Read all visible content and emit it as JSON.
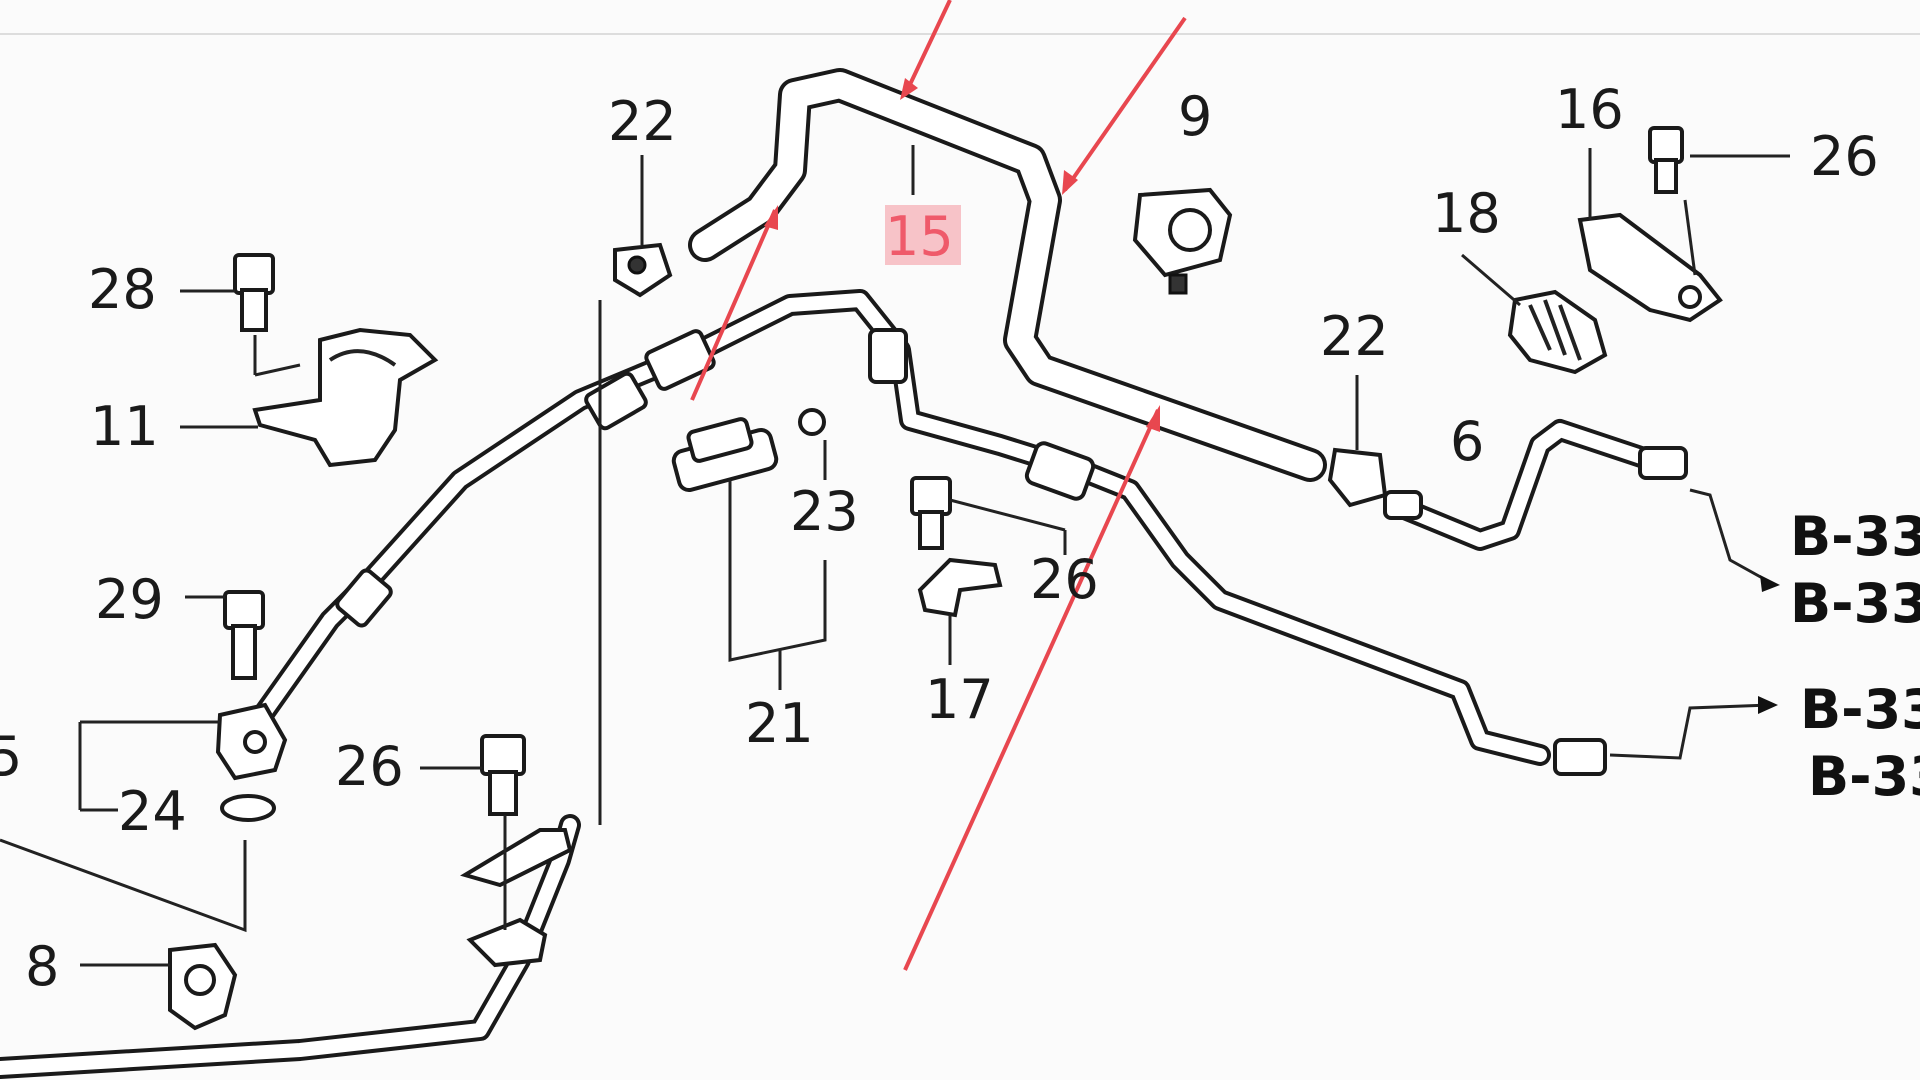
{
  "labels": {
    "n15": "15",
    "n22a": "22",
    "n22b": "22",
    "n9": "9",
    "n16": "16",
    "n26a": "26",
    "n26b": "26",
    "n26c": "26",
    "n18": "18",
    "n28": "28",
    "n11": "11",
    "n6": "6",
    "n23": "23",
    "n21": "21",
    "n17": "17",
    "n29": "29",
    "n5": "5",
    "n24": "24",
    "n8": "8"
  },
  "refs": {
    "b1": "B-33",
    "b2": "B-33",
    "b3": "B-33",
    "b4": "B-33"
  },
  "colors": {
    "highlight_text": "#ef5a6a",
    "annotation_arrows": "#e8474f"
  }
}
